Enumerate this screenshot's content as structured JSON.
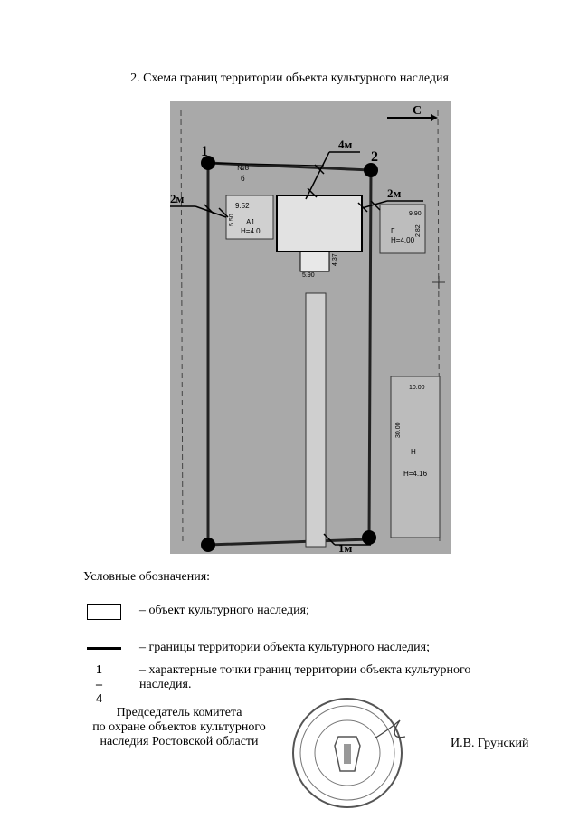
{
  "document": {
    "title": "2. Схема границ территории объекта культурного наследия"
  },
  "scheme": {
    "north_label": "С",
    "point_labels": [
      "1",
      "2"
    ],
    "distance_labels": [
      "4м",
      "2м",
      "2м",
      "1м"
    ],
    "house_no": "№8",
    "house_no2": "б",
    "building_a1": {
      "name": "А1",
      "height": "Н=4.0",
      "dim_w": "9.52",
      "dim_h": "5.50"
    },
    "building_g": {
      "name": "Г",
      "height": "Н=4.00",
      "dim_w": "9.90",
      "dim_h": "2.82"
    },
    "annex": {
      "dim_w": "5.90",
      "dim_h": "4.37"
    },
    "building_n": {
      "name": "Н",
      "height": "Н=4.16",
      "dim_w": "10.00",
      "dim_h": "30.00"
    }
  },
  "legend": {
    "title": "Условные обозначения:",
    "object_text": "– объект культурного наследия;",
    "boundary_text": "– границы территории объекта культурного наследия;",
    "points_symbol": "1 – 4",
    "points_text": "– характерные точки границ территории объекта культурного наследия."
  },
  "signature": {
    "position_line1": "Председатель комитета",
    "position_line2": "по охране объектов культурного",
    "position_line3": "наследия Ростовской области",
    "name": "И.В. Грунский"
  },
  "colors": {
    "map_background": "#a9a9a9",
    "building_fill": "#d8d8d8"
  }
}
